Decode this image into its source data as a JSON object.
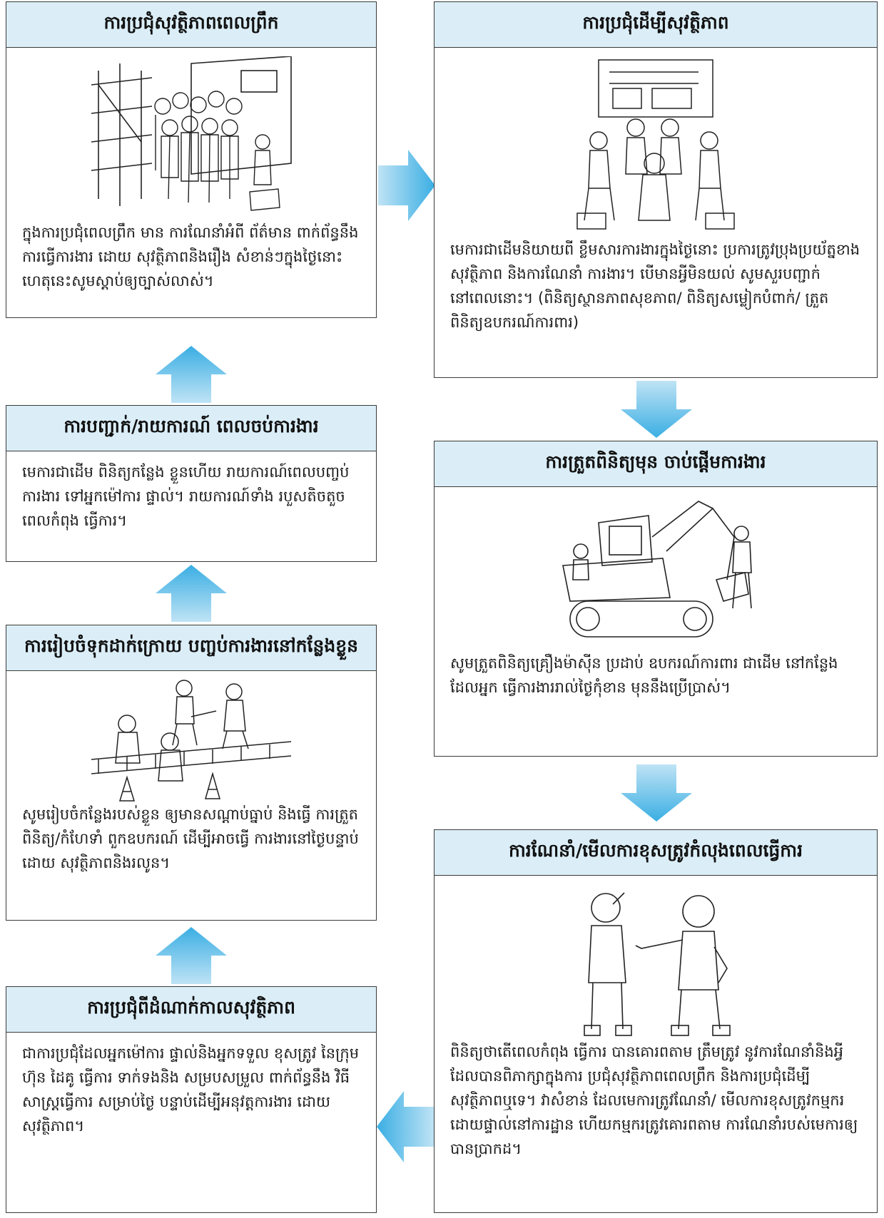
{
  "accent_color": "#4fb6e6",
  "header_bg": "#dbeef8",
  "boxes": {
    "morning_meeting": {
      "title": "ការប្រជុំសុវត្ថិភាពពេលព្រឹក",
      "text": "ក្នុងការប្រជុំពេលព្រឹក មាន ការណែនាំអំពី ព័ត៌មាន ពាក់ព័ន្ធនឹងការធ្វើការងារ ដោយ សុវត្ថិភាពនិងរឿង សំខាន់ៗក្នុងថ្ងៃនោះ ហេតុនេះសូមស្ដាប់ឲ្យច្បាស់លាស់។"
    },
    "safety_meeting": {
      "title": "ការប្រជុំដើម្បីសុវត្ថិភាព",
      "text": "មេការជាដើមនិយាយពី ខ្លឹមសារការងារក្នុងថ្ងៃនោះ ប្រការត្រូវប្រុងប្រយ័ត្នខាង សុវត្ថិភាព និងការណែនាំ ការងារ។ បើមានអ្វីមិនយល់ សូមសួរបញ្ជាក់នៅពេលនោះ។ (ពិនិត្យស្ថានភាពសុខភាព/ ពិនិត្យសម្លៀកបំពាក់/ ត្រួតពិនិត្យឧបករណ៍ការពារ)"
    },
    "pre_work_check": {
      "title": "ការត្រួតពិនិត្យមុន ចាប់ផ្ដើមការងារ",
      "text": "សូមត្រួតពិនិត្យគ្រឿងម៉ាស៊ីន ប្រដាប់ ឧបករណ៍ការពារ ជាដើម នៅកន្លែងដែលអ្នក ធ្វើការងាររាល់ថ្ងៃកុំខាន មុននឹងប្រើប្រាស់។"
    },
    "guidance_during_work": {
      "title": "ការណែនាំ/មើលការខុសត្រូវកំលុងពេលធ្វើការ",
      "text": "ពិនិត្យថាតើពេលកំពុង ធ្វើការ បានគោរពតាម ត្រឹមត្រូវ នូវការណែនាំនិងអ្វី ដែលបានពិភាក្សាក្នុងការ ប្រជុំសុវត្ថិភាពពេលព្រឹក និងការប្រជុំដើម្បី សុវត្ថិភាពឬទេ។ វាសំខាន់ ដែលមេការត្រូវណែនាំ/ មើលការខុសត្រូវកម្មករ ដោយផ្ទាល់នៅការដ្ឋាន ហើយកម្មករត្រូវគោរពតាម ការណែនាំរបស់មេការឲ្យបានប្រាកដ។"
    },
    "process_meeting": {
      "title": "ការប្រជុំពីដំណាក់កាលសុវត្ថិភាព",
      "text": "ជាការប្រជុំដែលអ្នកម៉ៅការ ផ្ទាល់និងអ្នកទទួល ខុសត្រូវ នៃក្រុមហ៊ុន ដៃគូ ធ្វើការ ទាក់ទងនិង សម្របសម្រួល ពាក់ព័ន្ធនឹង វិធីសាស្ត្រធ្វើការ សម្រាប់ថ្ងៃ បន្ទាប់ដើម្បីអនុវត្តការងារ ដោយ សុវត្ថិភាព។"
    },
    "cleanup": {
      "title": "ការរៀបចំទុកដាក់ក្រោយ បញ្ចប់ការងារនៅកន្លែងខ្លួន",
      "text": "សូមរៀបចំកន្លែងរបស់ខ្លួន ឲ្យមានសណ្ដាប់ធ្នាប់ និងធ្វើ ការត្រួតពិនិត្យ/កំហែទាំ ពួកឧបករណ៍ ដើម្បីអាចធ្វើ ការងារនៅថ្ងៃបន្ទាប់ដោយ សុវត្ថិភាពនិងរលូន។"
    },
    "end_report": {
      "title": "ការបញ្ជាក់/រាយការណ៍ ពេលចប់ការងារ",
      "text": "មេការជាដើម ពិនិត្យកន្លែង ខ្លួនហើយ រាយការណ៍ពេលបញ្ចប់ការងារ ទៅអ្នកម៉ៅការ ផ្ទាល់។ រាយការណ៍ទាំង របួសតិចតួចពេលកំពុង ធ្វើការ។"
    }
  }
}
